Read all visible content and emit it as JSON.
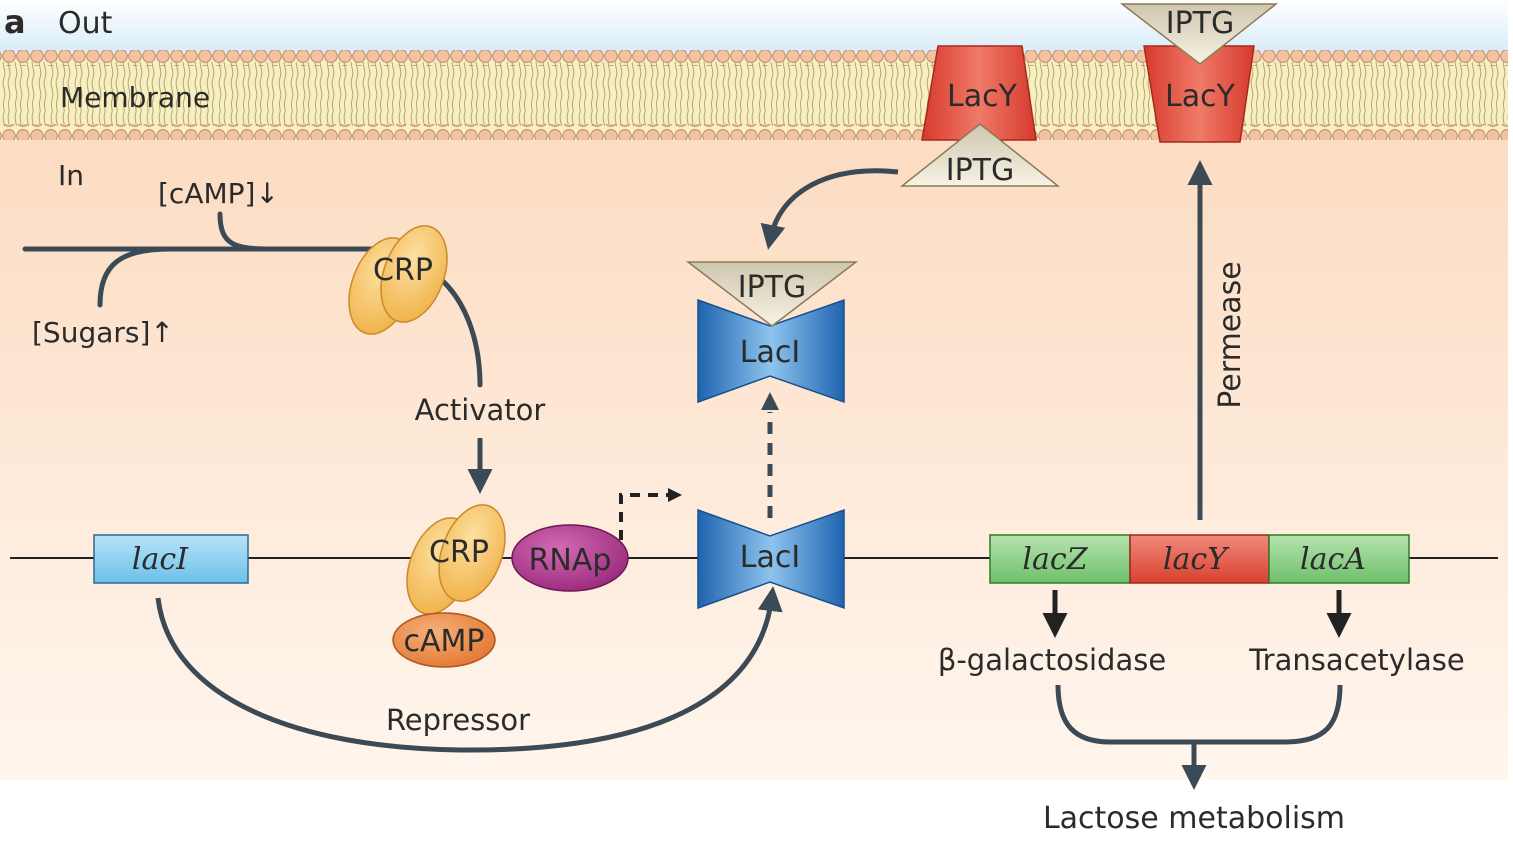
{
  "panel": {
    "label": "a"
  },
  "regions": {
    "out": "Out",
    "membrane": "Membrane",
    "in": "In"
  },
  "signals": {
    "camp_level": "[cAMP]↓",
    "sugars_level": "[Sugars]↑"
  },
  "proteins": {
    "crp": "CRP",
    "camp": "cAMP",
    "rnap": "RNAp",
    "laci": "LacI",
    "lacy": "LacY",
    "iptg": "IPTG"
  },
  "roles": {
    "activator": "Activator",
    "repressor": "Repressor",
    "permease": "Permease"
  },
  "genes": {
    "laci": "lacI",
    "lacz": "lacZ",
    "lacy": "lacY",
    "laca": "lacA"
  },
  "products": {
    "beta_gal": "β-galactosidase",
    "transacetylase": "Transacetylase",
    "metabolism": "Lactose metabolism"
  },
  "colors": {
    "cell_interior": "#fde8d6",
    "membrane_head": "#f2c9a8",
    "membrane_tail": "#e6d57a",
    "crp": "#f6c66a",
    "camp": "#ee8a4a",
    "rnap": "#b0318c",
    "laci": "#2f78c4",
    "lacy": "#e2493a",
    "iptg": "#e9e0c8",
    "lacz": "#8dd08a",
    "lacy_gene": "#e25646",
    "laca": "#8dd08a",
    "laci_gene": "#8fd0f0",
    "arrow": "#3c4a55"
  }
}
